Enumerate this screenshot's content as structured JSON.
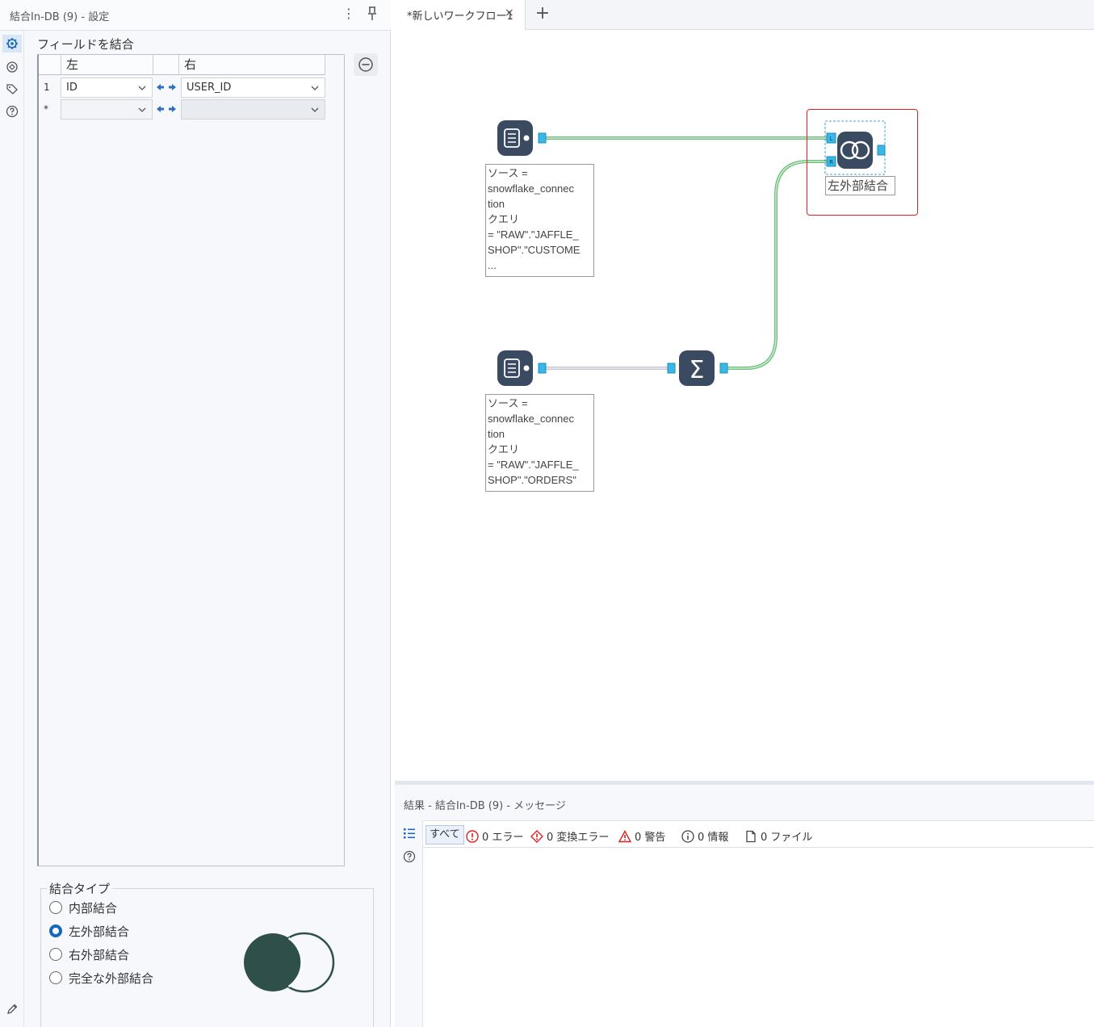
{
  "config": {
    "title": "結合In-DB (9) - 設定",
    "menu_glyph": "⋮",
    "field_section": "フィールドを結合",
    "grid": {
      "col_left": "左",
      "col_right": "右",
      "rows": [
        {
          "num": "1",
          "left": "ID",
          "right": "USER_ID"
        },
        {
          "num": "*",
          "left": "",
          "right": ""
        }
      ]
    },
    "join_type": {
      "label": "結合タイプ",
      "options": [
        {
          "label": "内部結合",
          "checked": false
        },
        {
          "label": "左外部結合",
          "checked": true
        },
        {
          "label": "右外部結合",
          "checked": false
        },
        {
          "label": "完全な外部結合",
          "checked": false
        }
      ]
    }
  },
  "workflow": {
    "tab_label": "*新しいワークフロー1",
    "tab_close": "×",
    "add_tab": "+",
    "node_top_annotation": [
      "ソース =",
      "snowflake_connec",
      "tion",
      "クエリ",
      "= \"RAW\".\"JAFFLE_",
      "SHOP\".\"CUSTOME",
      "..."
    ],
    "node_bottom_annotation": [
      "ソース =",
      "snowflake_connec",
      "tion",
      "クエリ",
      "= \"RAW\".\"JAFFLE_",
      "SHOP\".\"ORDERS\""
    ],
    "join_node_label": "左外部結合",
    "anchor_left": "L",
    "anchor_right": "R",
    "summarize_glyph": "Σ"
  },
  "results": {
    "title": "結果 - 結合In-DB (9) - メッセージ",
    "filter_all": "すべて",
    "filters": [
      {
        "icon": "error-icon",
        "label": "0 エラー"
      },
      {
        "icon": "conversion-error-icon",
        "label": "0 変換エラー"
      },
      {
        "icon": "warning-icon",
        "label": "0 警告"
      },
      {
        "icon": "info-icon",
        "label": "0 情報"
      },
      {
        "icon": "file-icon",
        "label": "0 ファイル"
      }
    ]
  },
  "colors": {
    "accent": "#1566c0",
    "node": "#3a4a60",
    "connector_green": "#6bbf7b",
    "anchor": "#39b8e6",
    "selection": "#e02020",
    "venn": "#2f4f4a"
  }
}
